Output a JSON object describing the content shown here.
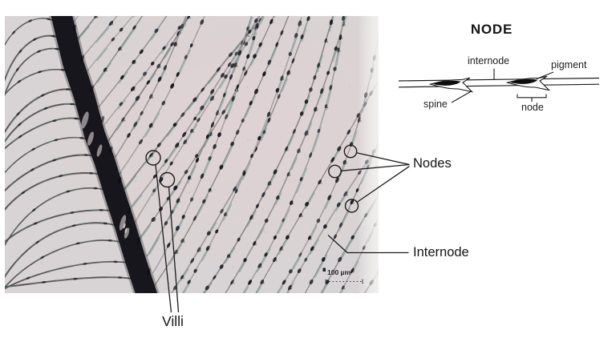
{
  "micrograph": {
    "scale_bar_label": "100 µm",
    "background_color": "#d8d3d4",
    "shaft_color": "#16161c",
    "accent_teal": "#55988a",
    "node_dot_color": "#1b1d24"
  },
  "annotations": {
    "nodes_label": "Nodes",
    "internode_label": "Internode",
    "villi_label": "Villi",
    "line_color": "#1c1c1c"
  },
  "diagram": {
    "title": "NODE",
    "internode_label": "internode",
    "pigment_label": "pigment",
    "spine_label": "spine",
    "node_label": "node",
    "ink_color": "#1c1c1c"
  }
}
